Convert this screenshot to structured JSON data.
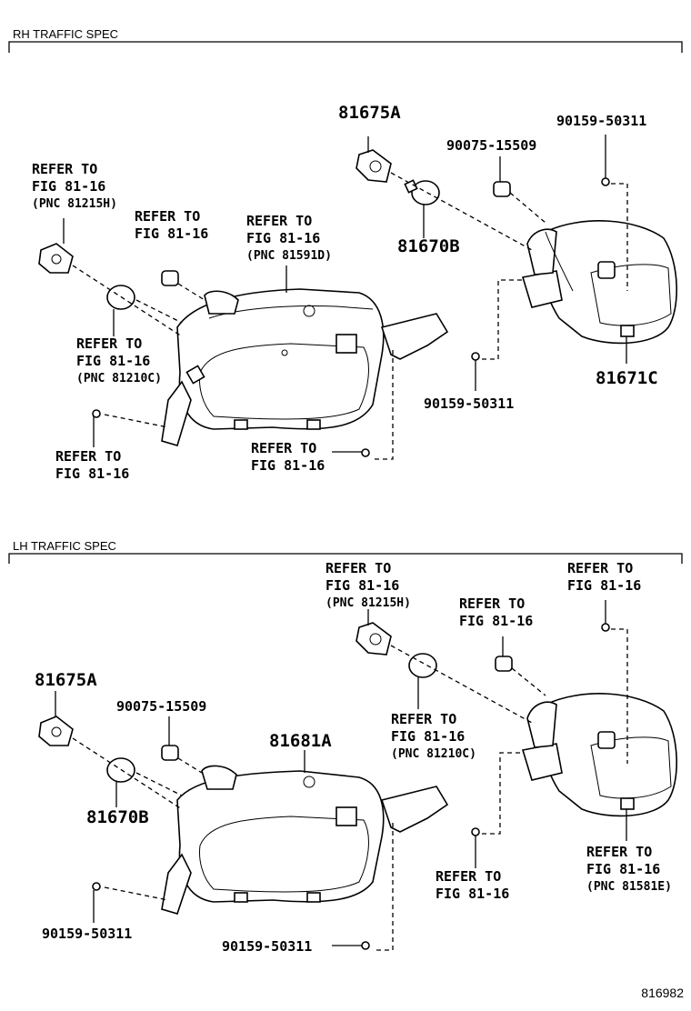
{
  "sections": {
    "rh": {
      "title": "RH TRAFFIC SPEC",
      "labels": {
        "p81675a": "81675A",
        "p90159_top": "90159-50311",
        "p90075": "90075-15509",
        "p81670b": "81670B",
        "p90159_mid": "90159-50311",
        "p81671c": "81671C",
        "ref_socket": [
          "REFER TO",
          "FIG 81-16",
          "(PNC 81215H)"
        ],
        "ref_grommet": [
          "REFER TO",
          "FIG 81-16"
        ],
        "ref_housing": [
          "REFER TO",
          "FIG 81-16",
          "(PNC 81591D)"
        ],
        "ref_bulb": [
          "REFER TO",
          "FIG 81-16",
          "(PNC 81210C)"
        ],
        "ref_screw_left": [
          "REFER TO",
          "FIG 81-16"
        ],
        "ref_screw_bottom": [
          "REFER TO",
          "FIG 81-16"
        ]
      }
    },
    "lh": {
      "title": "LH TRAFFIC SPEC",
      "labels": {
        "ref_socket": [
          "REFER TO",
          "FIG 81-16",
          "(PNC 81215H)"
        ],
        "ref_screw_top": [
          "REFER TO",
          "FIG 81-16"
        ],
        "ref_grommet": [
          "REFER TO",
          "FIG 81-16"
        ],
        "ref_bulb": [
          "REFER TO",
          "FIG 81-16",
          "(PNC 81210C)"
        ],
        "ref_screw_mid": [
          "REFER TO",
          "FIG 81-16"
        ],
        "ref_lamp": [
          "REFER TO",
          "FIG 81-16",
          "(PNC 81581E)"
        ],
        "p81675a": "81675A",
        "p90075": "90075-15509",
        "p81681a": "81681A",
        "p81670b": "81670B",
        "p90159_left": "90159-50311",
        "p90159_bottom": "90159-50311"
      }
    }
  },
  "figure_id": "816982"
}
